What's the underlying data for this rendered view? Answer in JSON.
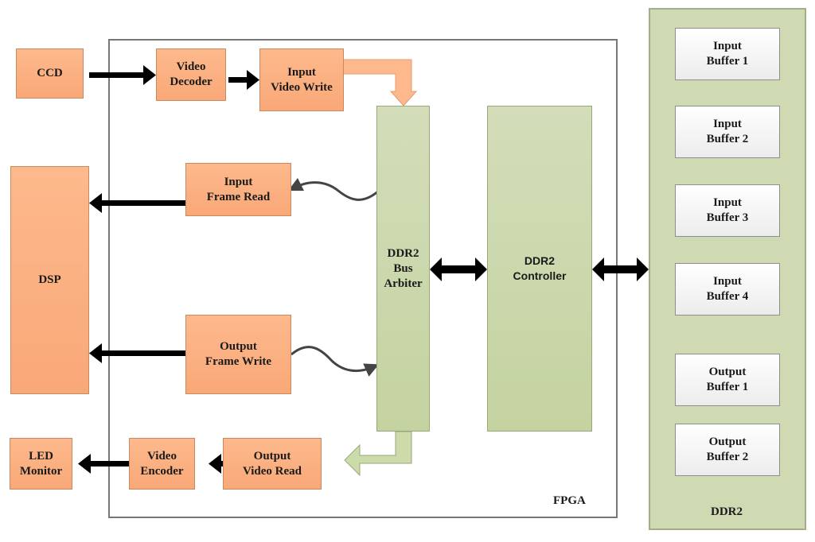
{
  "diagram": {
    "containers": {
      "fpga": "FPGA",
      "ddr2": "DDR2"
    },
    "blocks": {
      "ccd": "CCD",
      "video_decoder": "Video\nDecoder",
      "input_video_write": "Input\nVideo Write",
      "dsp": "DSP",
      "input_frame_read": "Input\nFrame Read",
      "output_frame_write": "Output\nFrame Write",
      "led_monitor": "LED\nMonitor",
      "video_encoder": "Video\nEncoder",
      "output_video_read": "Output\nVideo Read",
      "bus_arbiter": "DDR2\nBus\nArbiter",
      "ddr2_controller": "DDR2\nController"
    },
    "buffers": [
      "Input\nBuffer 1",
      "Input\nBuffer 2",
      "Input\nBuffer 3",
      "Input\nBuffer 4",
      "Output\nBuffer 1",
      "Output\nBuffer 2"
    ],
    "colors": {
      "processing_block": "#f9a878",
      "memory_block": "#c4d3a0",
      "buffer": "#f2f2f2",
      "arrow": "#000000"
    }
  }
}
